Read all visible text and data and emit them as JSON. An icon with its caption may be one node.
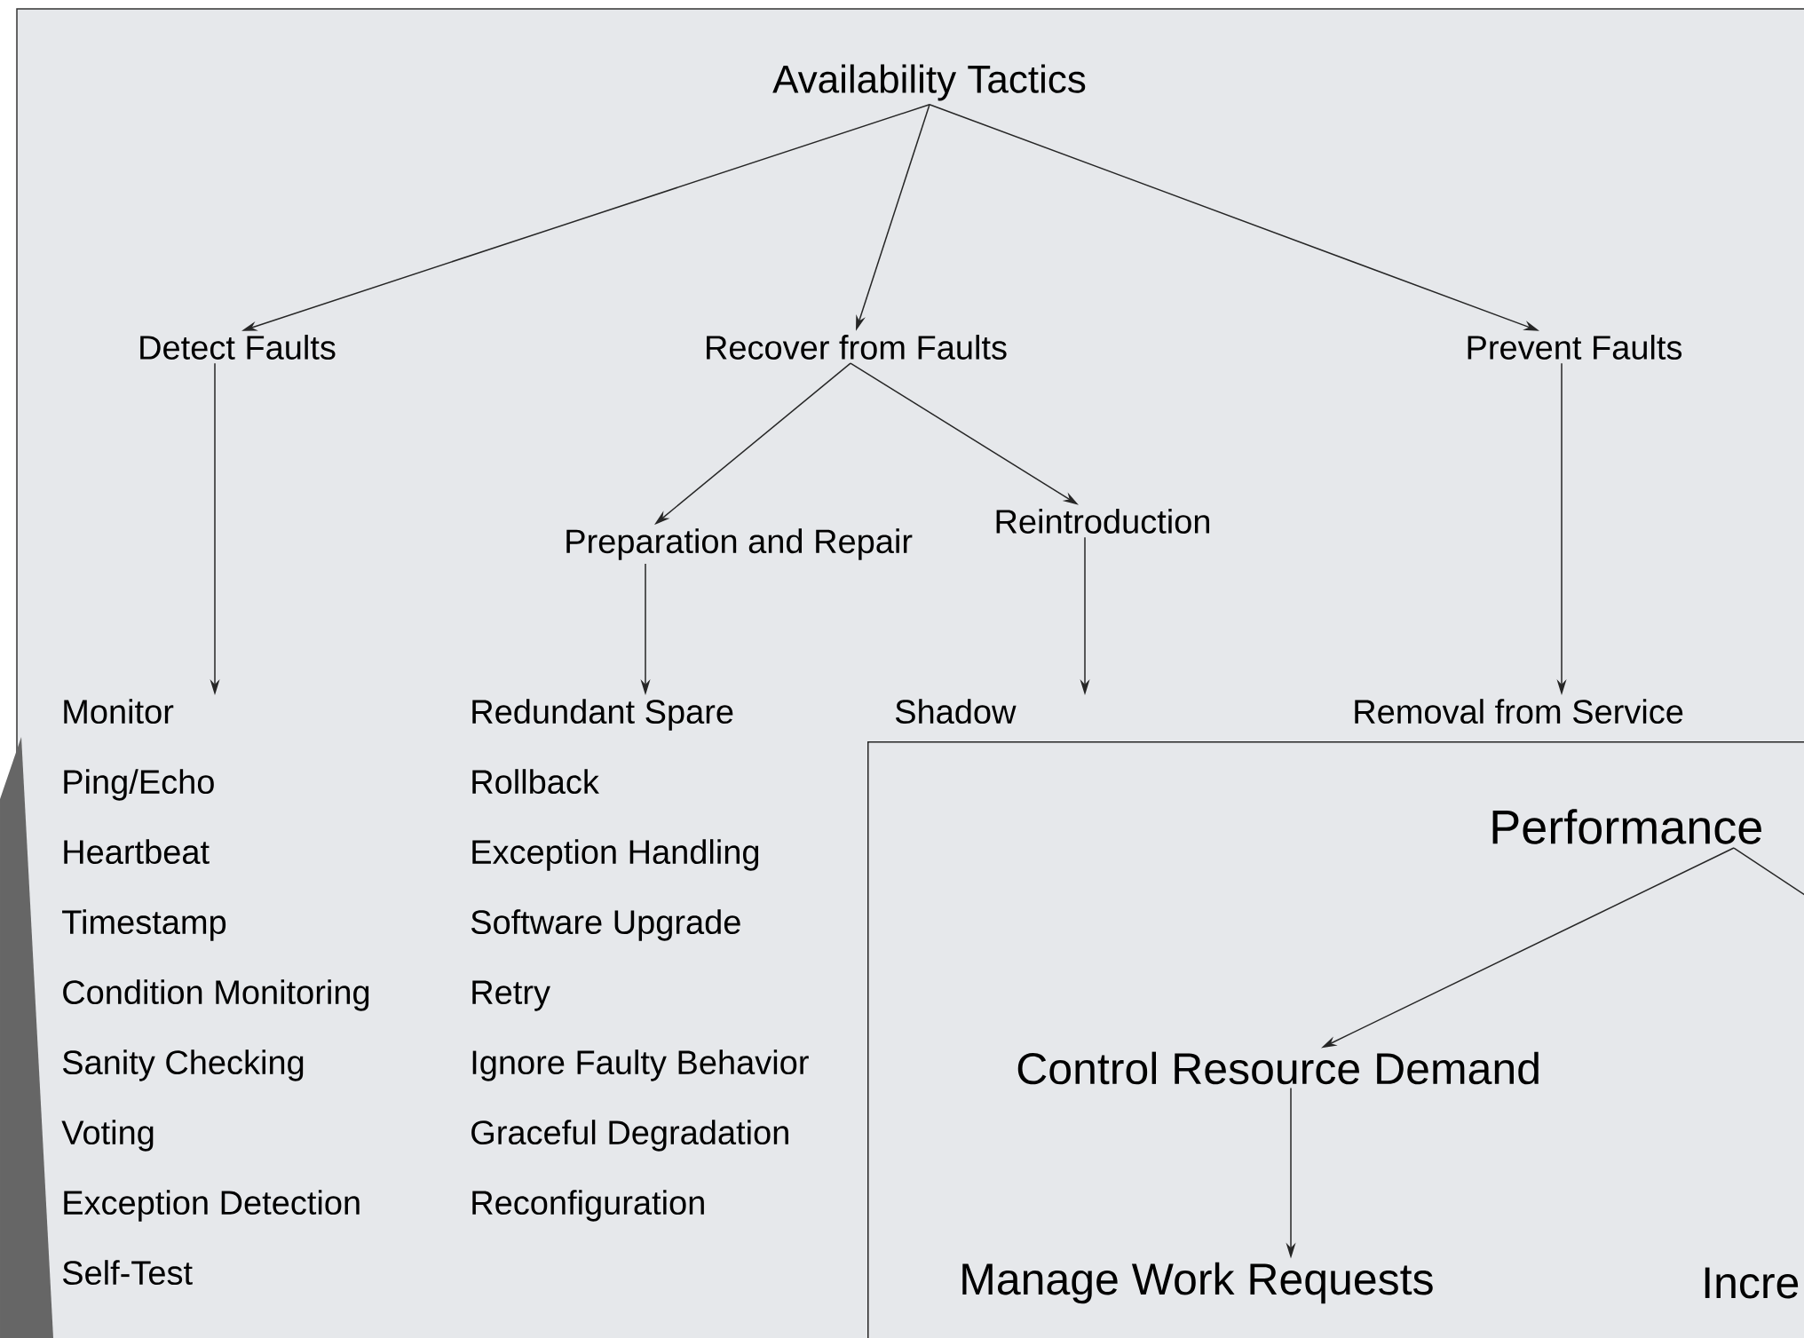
{
  "diagram": {
    "nodes": [
      {
        "text": [
          "Availability Tactics"
        ]
      },
      {
        "text": [
          "Detect Faults"
        ]
      },
      {
        "text": [
          "Recover from Faults"
        ]
      },
      {
        "text": [
          "Prevent Faults"
        ]
      },
      {
        "text": [
          "Preparation and Repair"
        ]
      },
      {
        "text": [
          "Reintroduction"
        ]
      },
      {
        "text": [
          "Monitor",
          "Ping/Echo",
          "Heartbeat",
          "Timestamp",
          "Condition Monitoring",
          "Sanity Checking",
          "Voting",
          "Exception Detection",
          "Self-Test"
        ]
      },
      {
        "text": [
          "Redundant Spare",
          "Rollback",
          "Exception Handling",
          "Software Upgrade",
          "Retry",
          "Ignore Faulty Behavior",
          "Graceful Degradation",
          "Reconfiguration"
        ]
      },
      {
        "text": [
          "Shadow"
        ]
      },
      {
        "text": [
          "Removal from Service"
        ]
      },
      {
        "text": [],
        "shape": "box"
      },
      {
        "text": [
          "Performance"
        ],
        "in": 10
      },
      {
        "text": [
          "Control Resource Demand"
        ],
        "in": 10
      },
      {
        "text": [
          "Manage Work Requests"
        ],
        "in": 10
      },
      {
        "text": [
          "Incre"
        ],
        "in": 10
      }
    ],
    "edges": [
      {
        "from": 0,
        "to": 1,
        "arrow": "to"
      },
      {
        "from": 0,
        "to": 2,
        "arrow": "to"
      },
      {
        "from": 0,
        "to": 3,
        "arrow": "to"
      },
      {
        "from": 1,
        "to": 6,
        "arrow": "to"
      },
      {
        "from": 2,
        "to": 4,
        "arrow": "to"
      },
      {
        "from": 2,
        "to": 5,
        "arrow": "to"
      },
      {
        "from": 4,
        "to": 7,
        "arrow": "to"
      },
      {
        "from": 5,
        "to": 8,
        "arrow": "to"
      },
      {
        "from": 3,
        "to": 9,
        "arrow": "to"
      },
      {
        "from": 11,
        "to": 12,
        "arrow": "to"
      },
      {
        "from": 11,
        "to": null,
        "arrow": "none"
      },
      {
        "from": 12,
        "to": 13,
        "arrow": "to"
      }
    ]
  }
}
